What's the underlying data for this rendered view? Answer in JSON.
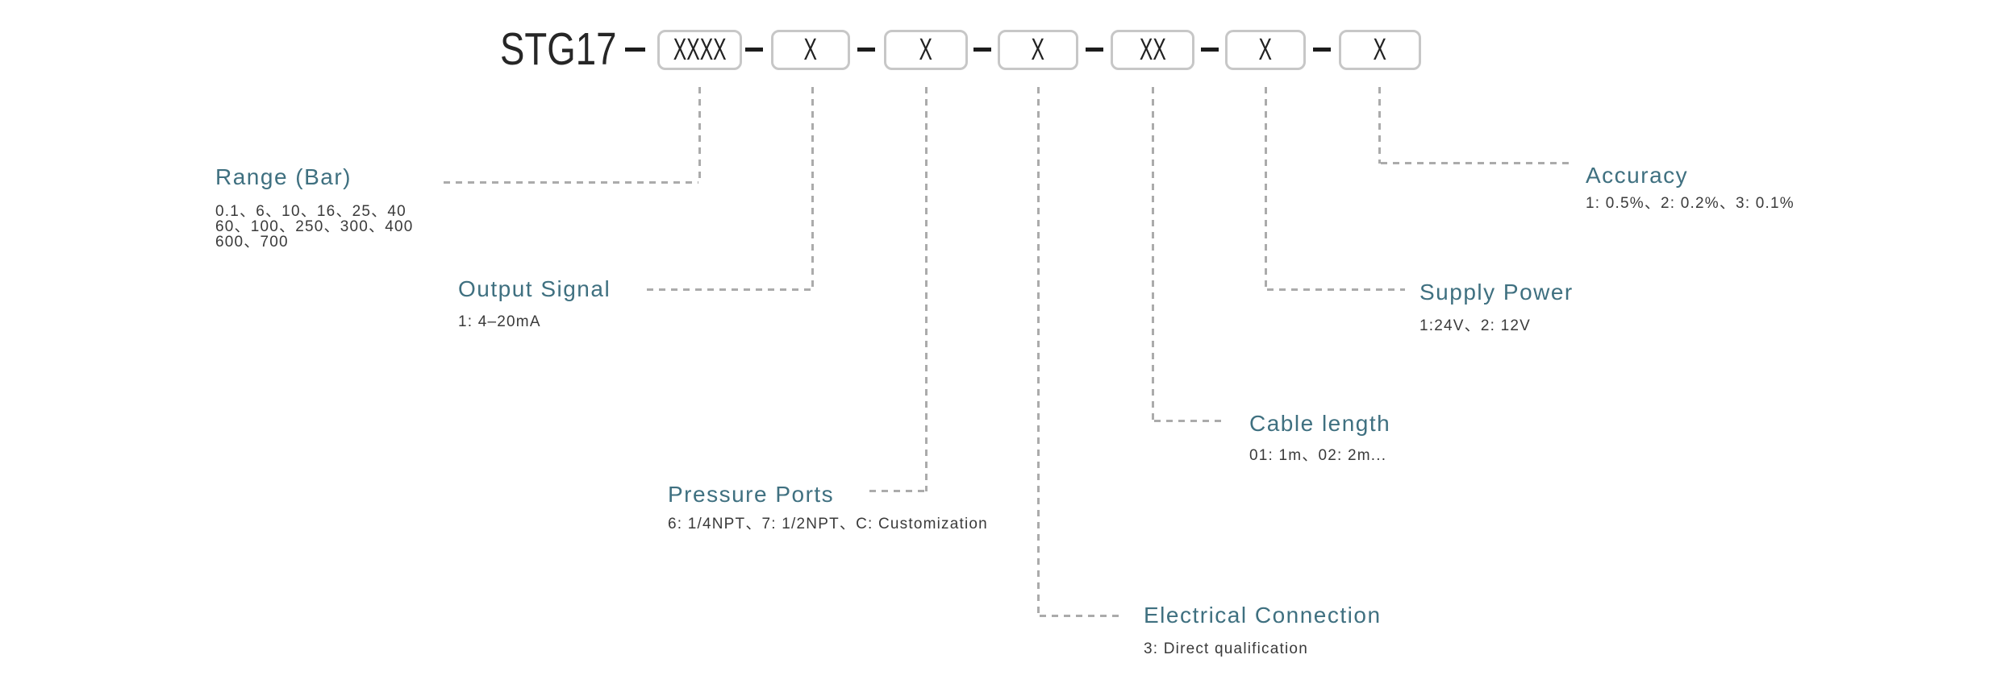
{
  "colors": {
    "accent_teal": "#3f7080",
    "body_text": "#3a3a3a",
    "title_text": "#262626",
    "box_border": "#c7c7c7",
    "leader_dash": "#ababab",
    "connector_dash": "#1c1c1c",
    "background": "#ffffff"
  },
  "model": {
    "prefix": "STG17",
    "segments": [
      "XXXX",
      "X",
      "X",
      "X",
      "XX",
      "X",
      "X"
    ]
  },
  "callouts": [
    {
      "label": "Range (Bar)",
      "lines": [
        "0.1、6、10、16、25、40",
        "60、100、250、300、400",
        "600、700"
      ]
    },
    {
      "label": "Output Signal",
      "lines": [
        "1: 4–20mA"
      ]
    },
    {
      "label": "Pressure Ports",
      "lines": [
        "6: 1/4NPT、7: 1/2NPT、C: Customization"
      ]
    },
    {
      "label": "Electrical Connection",
      "lines": [
        "3: Direct qualification"
      ]
    },
    {
      "label": "Cable length",
      "lines": [
        "01: 1m、02: 2m..."
      ]
    },
    {
      "label": "Supply Power",
      "lines": [
        "1:24V、2: 12V"
      ]
    },
    {
      "label": "Accuracy",
      "lines": [
        "1: 0.5%、2: 0.2%、3: 0.1%"
      ]
    }
  ]
}
